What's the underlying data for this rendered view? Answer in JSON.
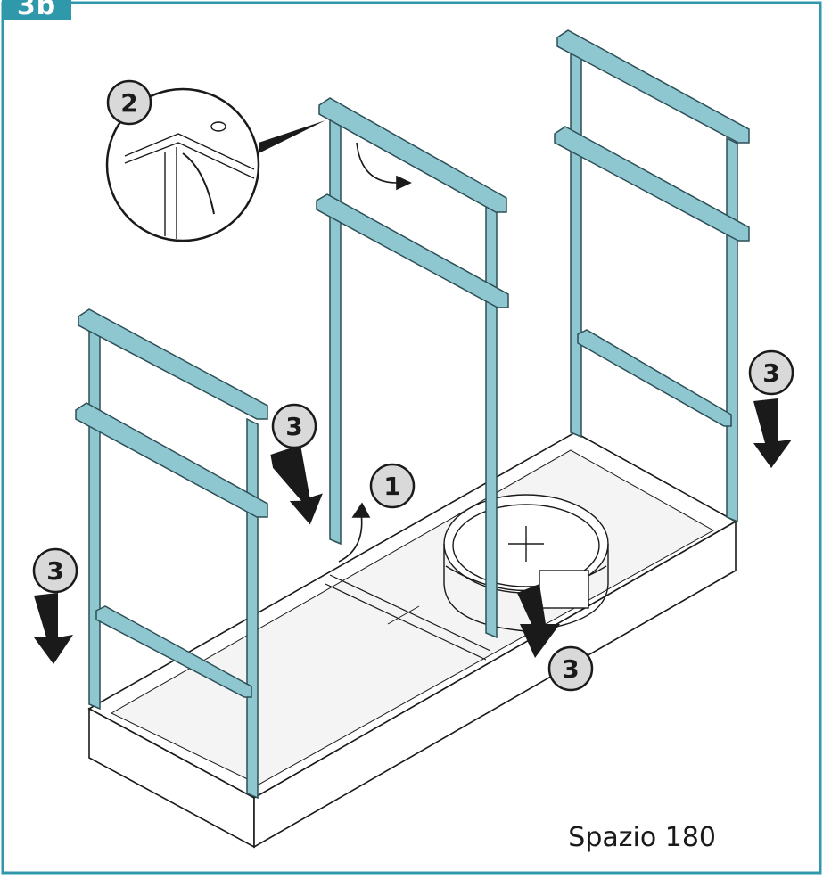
{
  "step": {
    "label": "3b"
  },
  "model": {
    "label": "Spazio 180"
  },
  "callouts": [
    {
      "id": "c1",
      "number": "1"
    },
    {
      "id": "c2",
      "number": "2"
    },
    {
      "id": "c3a",
      "number": "3"
    },
    {
      "id": "c3b",
      "number": "3"
    },
    {
      "id": "c3c",
      "number": "3"
    },
    {
      "id": "c3d",
      "number": "3"
    }
  ],
  "colors": {
    "accent": "#2f98ab",
    "frame": "#8fc7d1",
    "frame_stroke": "#2d4f57",
    "line": "#1a1a1a",
    "callout_fill": "#d9d9d9"
  }
}
